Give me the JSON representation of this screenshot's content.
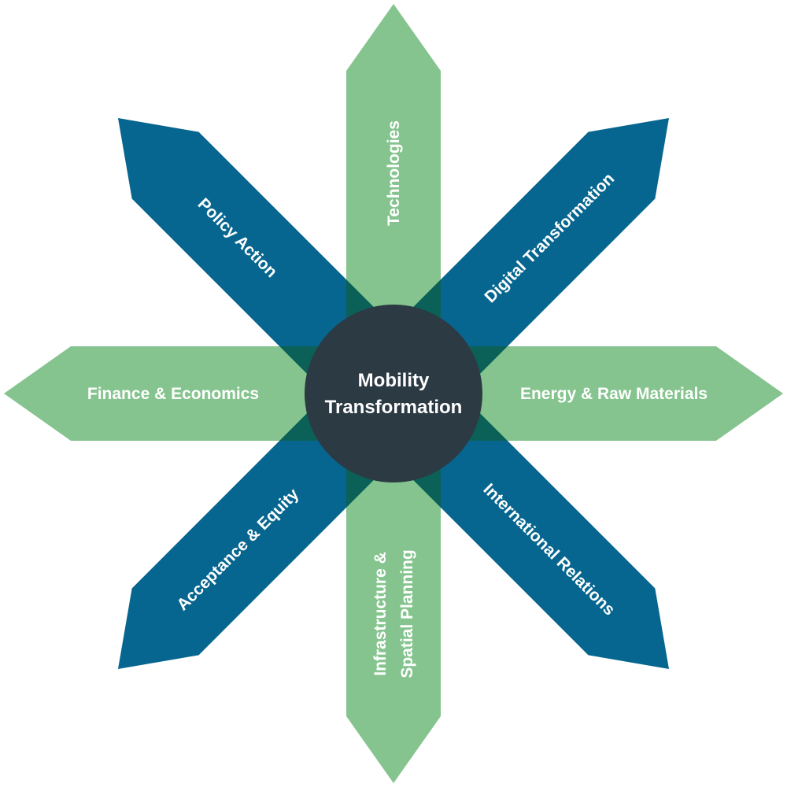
{
  "center": {
    "lines": [
      "Mobility",
      "Transformation"
    ]
  },
  "colors": {
    "green": "#85c48e",
    "blue": "#07668f",
    "overlap": "#0b6158",
    "hub": "#2c3a44"
  },
  "arms": [
    {
      "id": "technologies",
      "lines": [
        "Technologies"
      ],
      "color": "green"
    },
    {
      "id": "digital-transformation",
      "lines": [
        "Digital Transformation"
      ],
      "color": "blue"
    },
    {
      "id": "energy-raw-materials",
      "lines": [
        "Energy & Raw Materials"
      ],
      "color": "green"
    },
    {
      "id": "international-relations",
      "lines": [
        "International Relations"
      ],
      "color": "blue"
    },
    {
      "id": "infrastructure-spatial-planning",
      "lines": [
        "Infrastructure &",
        "Spatial Planning"
      ],
      "color": "green"
    },
    {
      "id": "acceptance-equity",
      "lines": [
        "Acceptance & Equity"
      ],
      "color": "blue"
    },
    {
      "id": "finance-economics",
      "lines": [
        "Finance & Economics"
      ],
      "color": "green"
    },
    {
      "id": "policy-action",
      "lines": [
        "Policy Action"
      ],
      "color": "blue"
    }
  ]
}
